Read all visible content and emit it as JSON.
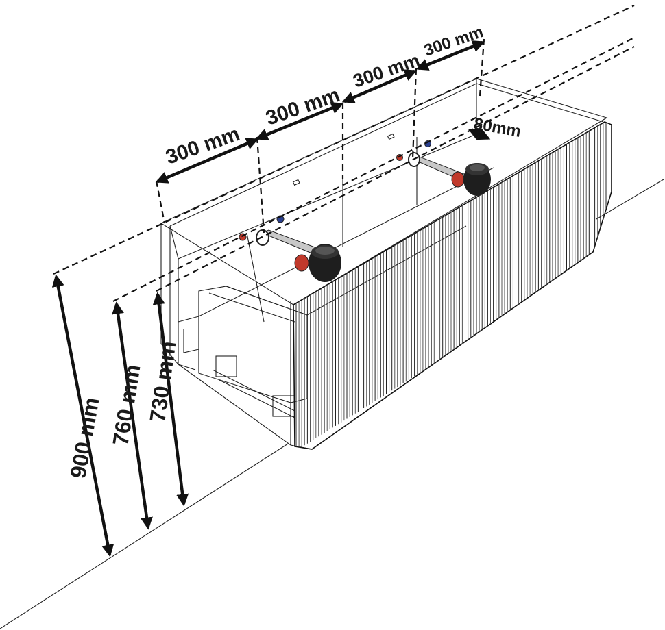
{
  "dimensions": {
    "widths": [
      {
        "label": "300 mm"
      },
      {
        "label": "300 mm"
      },
      {
        "label": "300 mm"
      },
      {
        "label": "300 mm"
      }
    ],
    "offset": {
      "label": "80mm"
    },
    "heights": [
      {
        "label": "900 mm"
      },
      {
        "label": "760 mm"
      },
      {
        "label": "730 mm"
      }
    ]
  },
  "colors": {
    "line": "#111111",
    "valve_red": "#c0392b",
    "valve_blue": "#2a3f8f",
    "fitting": "#1e1e1e",
    "pipe": "#bdbdbd"
  }
}
